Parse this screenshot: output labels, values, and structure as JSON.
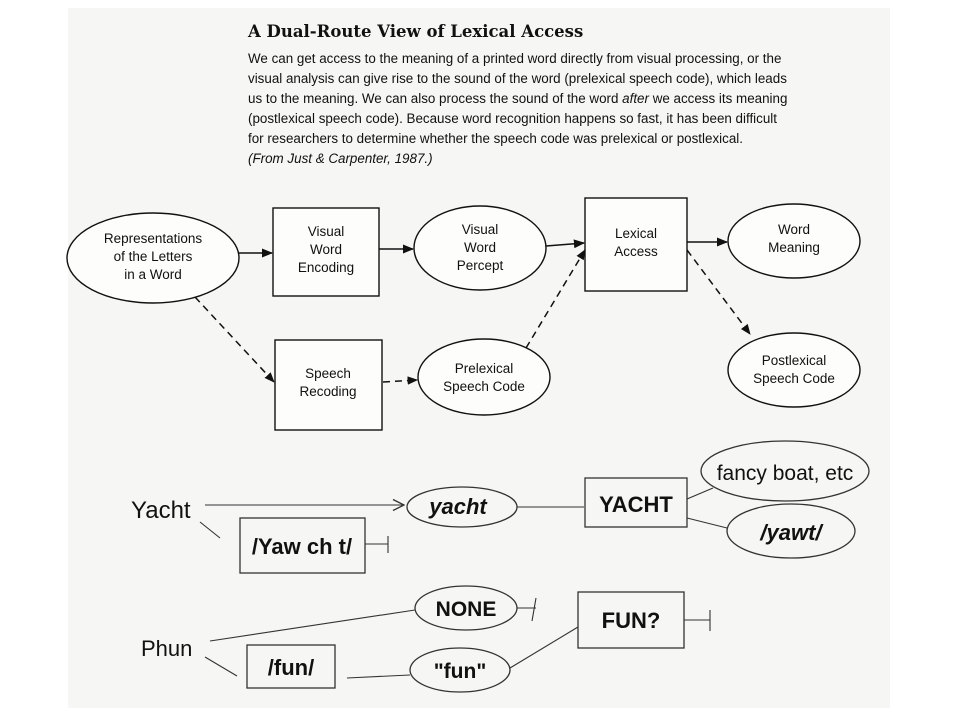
{
  "figure": {
    "title": "A Dual-Route View of Lexical Access",
    "caption_lines": [
      "We can get access to the meaning of a printed word directly from visual processing, or the",
      "visual analysis can give rise to the sound of the word (prelexical speech code), which leads",
      "us to the meaning. We can also process the sound of the word ",
      "(postlexical speech code). Because word recognition happens so fast, it has been difficult",
      "for researchers to determine whether the speech code was prelexical or postlexical.",
      "(From Just & Carpenter, 1987.)"
    ],
    "caption_emphasis": "after",
    "caption_line3_tail": " we access its meaning"
  },
  "diagram": {
    "nodes": {
      "letters": [
        "Representations",
        "of the Letters",
        "in a Word"
      ],
      "visual_word_encoding": [
        "Visual",
        "Word",
        "Encoding"
      ],
      "visual_word_percept": [
        "Visual",
        "Word",
        "Percept"
      ],
      "lexical_access": [
        "Lexical",
        "Access"
      ],
      "word_meaning": [
        "Word",
        "Meaning"
      ],
      "speech_recoding": [
        "Speech",
        "Recoding"
      ],
      "prelexical_speech_code": [
        "Prelexical",
        "Speech Code"
      ],
      "postlexical_speech_code": [
        "Postlexical",
        "Speech Code"
      ]
    }
  },
  "examples": {
    "yacht": {
      "word": "Yacht",
      "recoded": "/Yaw ch t/",
      "percept": "yacht",
      "lexical": "YACHT",
      "meaning": "fancy boat, etc",
      "sound": "/yawt/"
    },
    "phun": {
      "word": "Phun",
      "recoded": "/fun/",
      "percept": "NONE",
      "sound_code": "\"fun\"",
      "lexical": "FUN?"
    }
  }
}
